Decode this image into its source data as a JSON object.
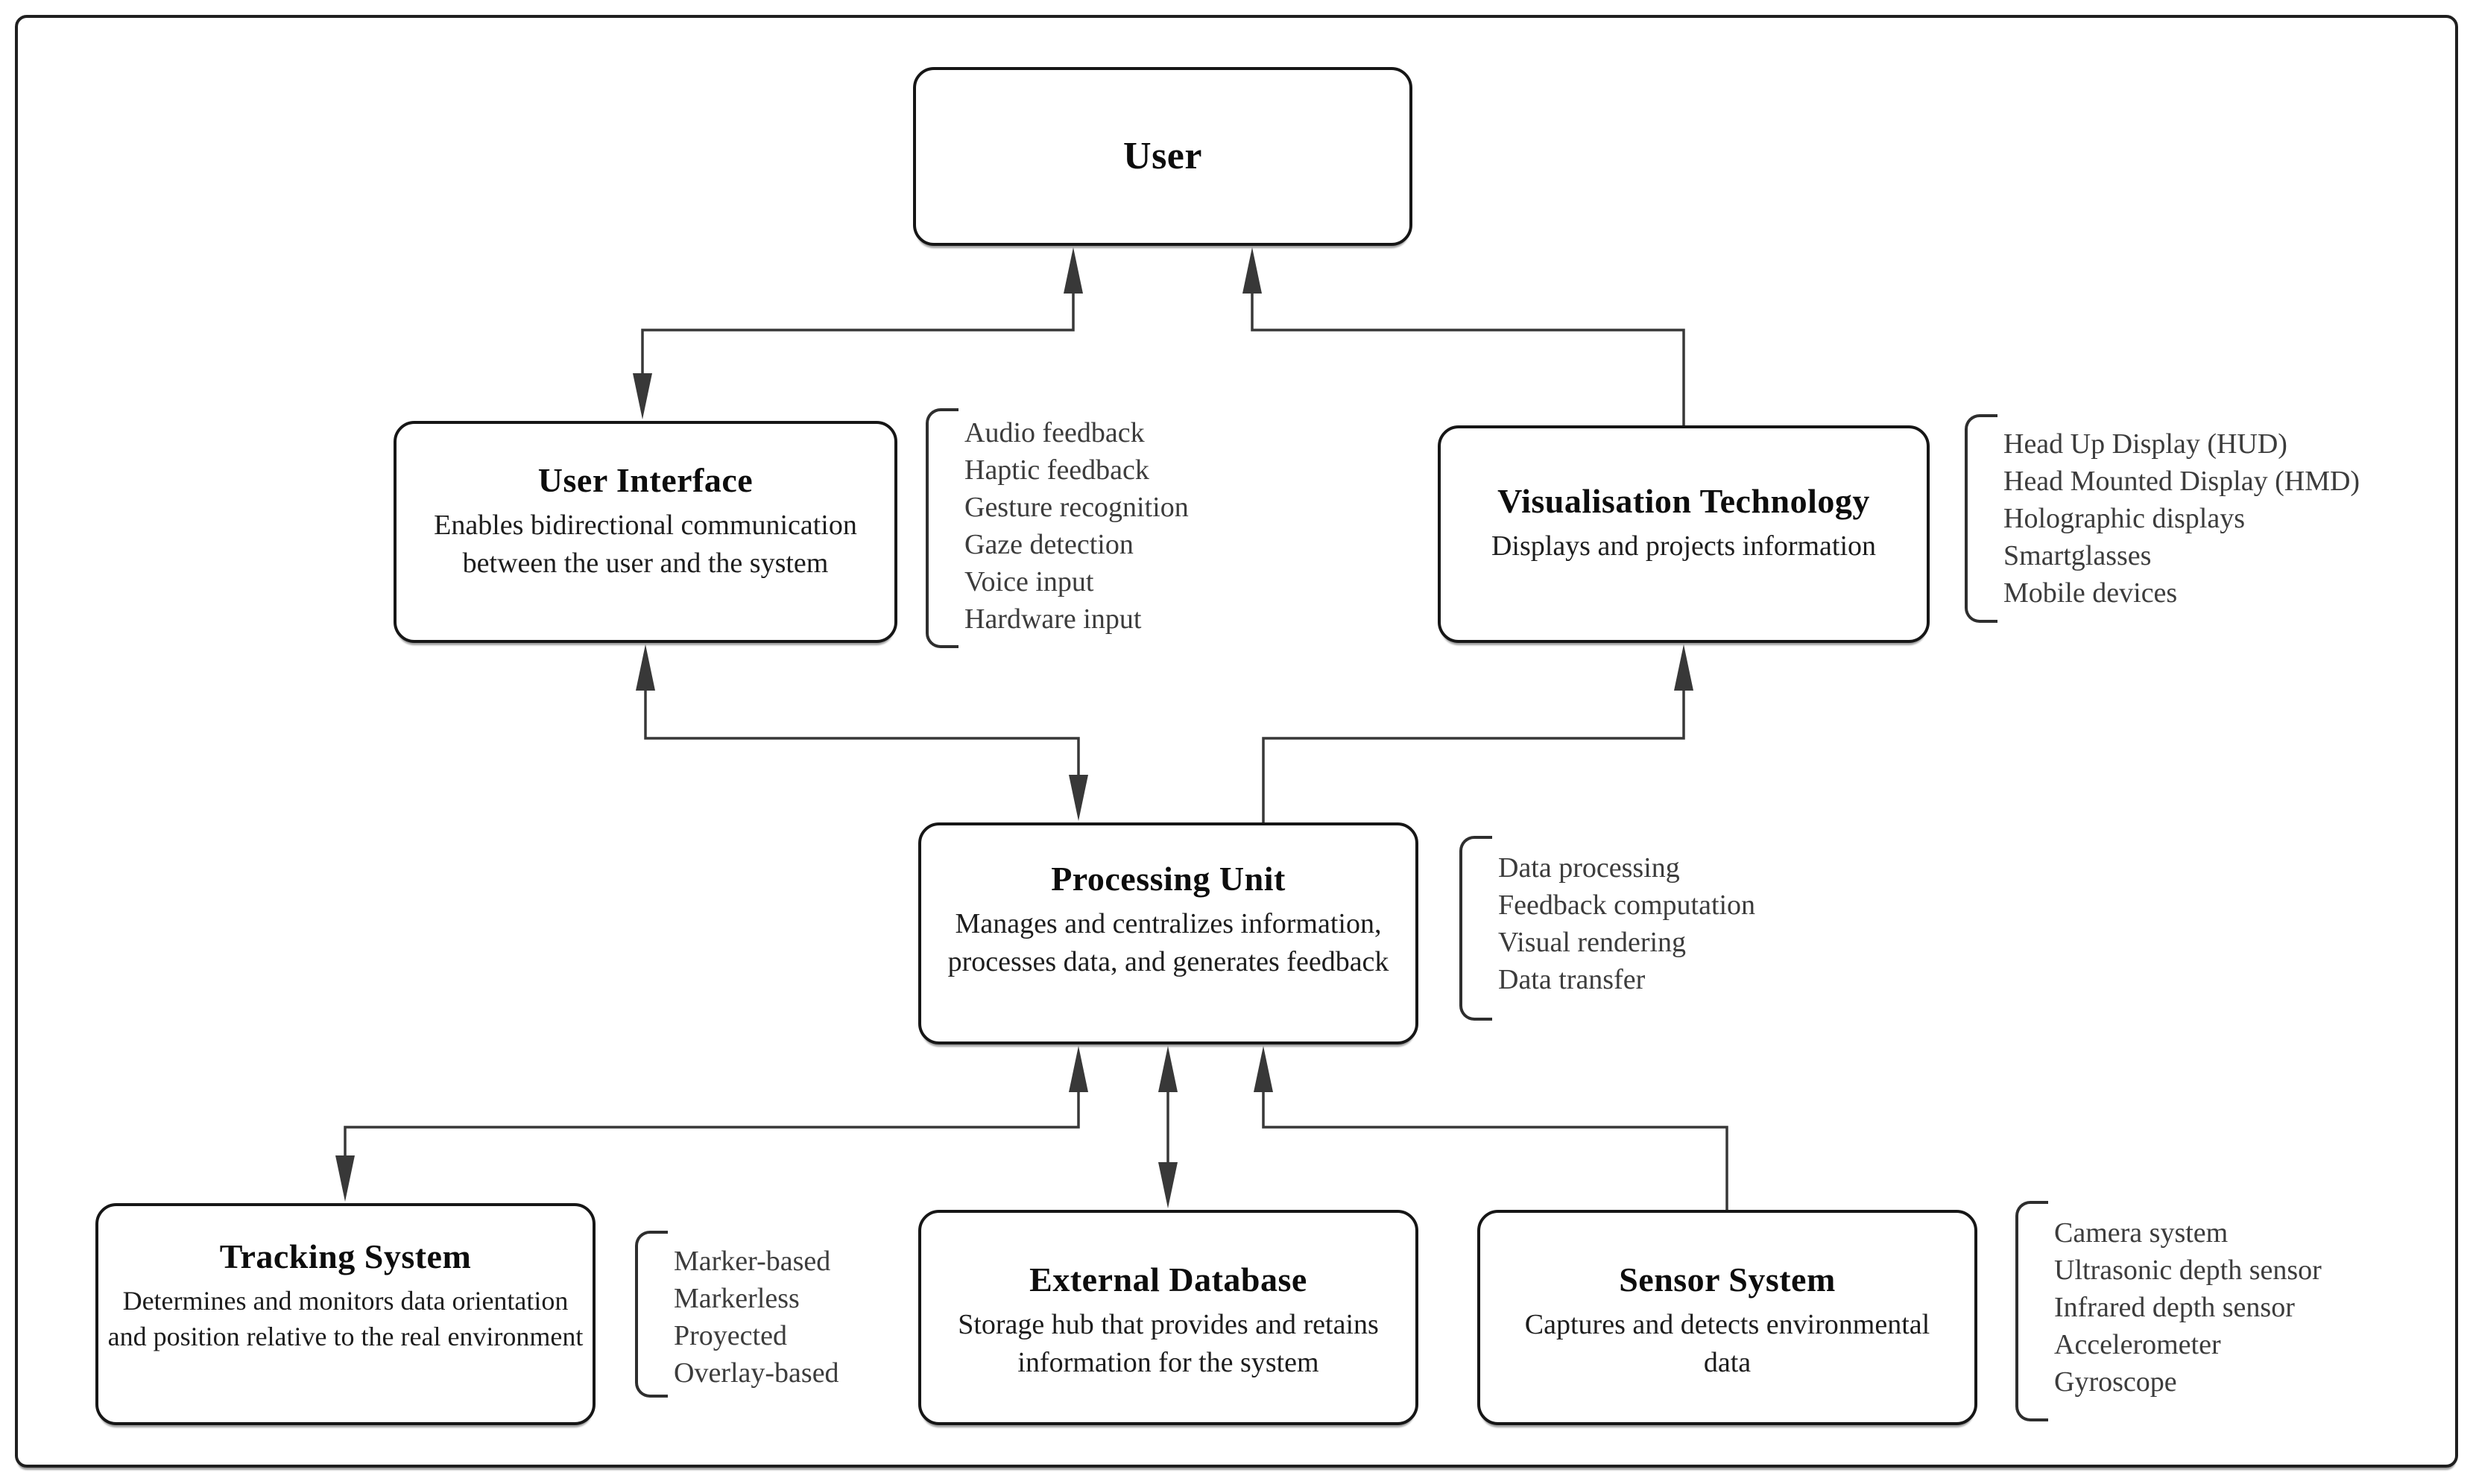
{
  "nodes": {
    "user": {
      "title": "User"
    },
    "user_interface": {
      "title": "User Interface",
      "subtitle": "Enables bidirectional communication between the user and the system",
      "items": [
        "Audio feedback",
        "Haptic feedback",
        "Gesture recognition",
        "Gaze detection",
        "Voice input",
        "Hardware input"
      ]
    },
    "visualisation_technology": {
      "title": "Visualisation Technology",
      "subtitle": "Displays and projects information",
      "items": [
        "Head Up Display (HUD)",
        "Head Mounted Display (HMD)",
        "Holographic displays",
        "Smartglasses",
        "Mobile devices"
      ]
    },
    "processing_unit": {
      "title": "Processing Unit",
      "subtitle": "Manages and centralizes information, processes data, and generates feedback",
      "items": [
        "Data processing",
        "Feedback computation",
        "Visual rendering",
        "Data transfer"
      ]
    },
    "tracking_system": {
      "title": "Tracking System",
      "subtitle": "Determines and monitors data orientation and position relative to the real environment",
      "items": [
        "Marker-based",
        "Markerless",
        "Proyected",
        "Overlay-based"
      ]
    },
    "external_database": {
      "title": "External Database",
      "subtitle": "Storage hub that provides and retains information for the system"
    },
    "sensor_system": {
      "title": "Sensor System",
      "subtitle": "Captures and detects environmental data",
      "items": [
        "Camera system",
        "Ultrasonic depth sensor",
        "Infrared depth sensor",
        "Accelerometer",
        "Gyroscope"
      ]
    }
  },
  "connections": [
    {
      "from": "user_interface",
      "to": "user",
      "bidirectional": true
    },
    {
      "from": "visualisation_technology",
      "to": "user",
      "bidirectional": false
    },
    {
      "from": "user_interface",
      "to": "processing_unit",
      "bidirectional": true
    },
    {
      "from": "processing_unit",
      "to": "visualisation_technology",
      "bidirectional": false
    },
    {
      "from": "tracking_system",
      "to": "processing_unit",
      "bidirectional": true
    },
    {
      "from": "external_database",
      "to": "processing_unit",
      "bidirectional": true
    },
    {
      "from": "sensor_system",
      "to": "processing_unit",
      "bidirectional": false
    }
  ],
  "colors": {
    "line": "#383838",
    "box_border": "#161616",
    "text": "#1a1a1a",
    "list_text": "#3c3c3c",
    "background": "#ffffff"
  }
}
